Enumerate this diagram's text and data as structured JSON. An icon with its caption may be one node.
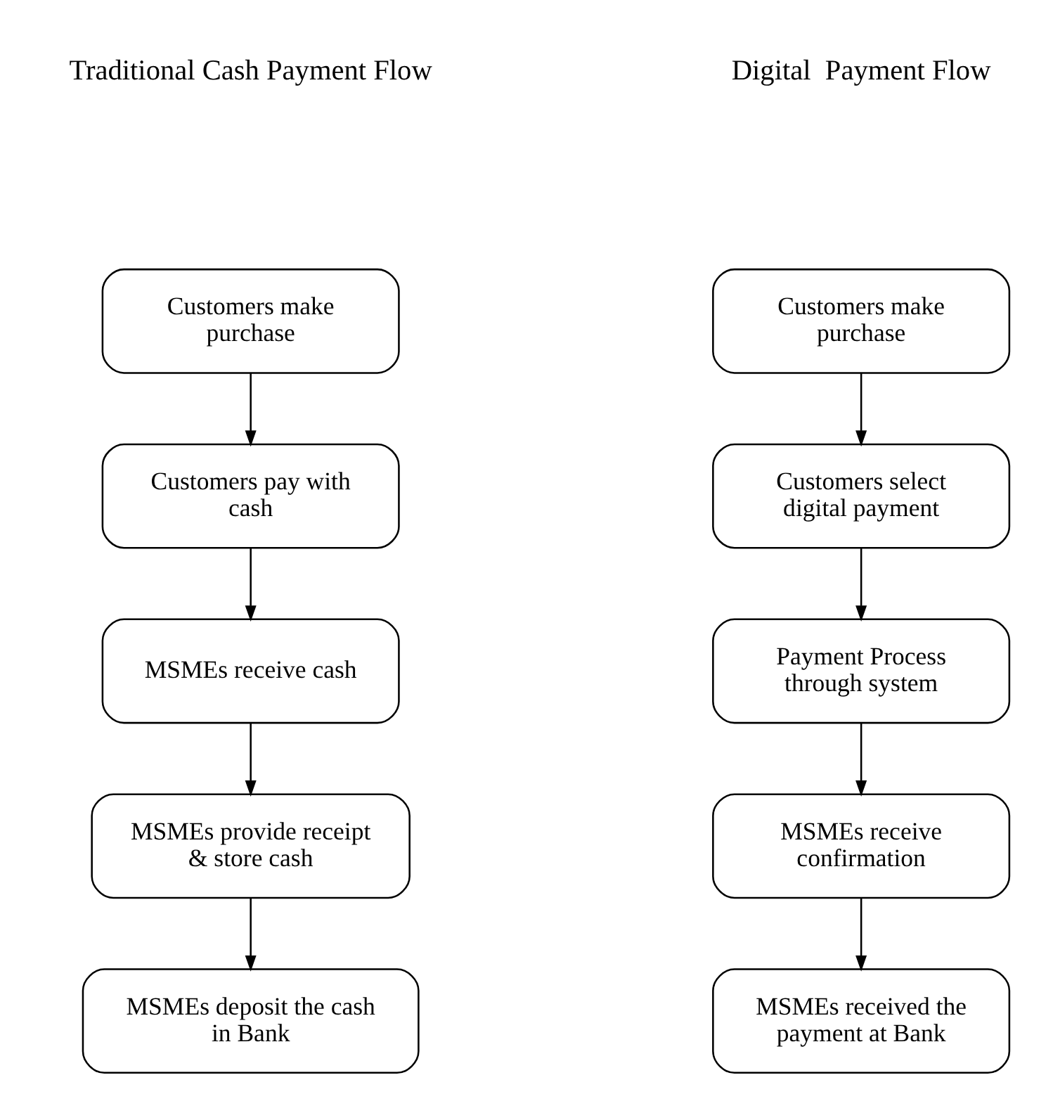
{
  "diagram": {
    "nodes": [
      {
        "text": [
          "Customers make purchase"
        ]
      },
      {
        "text": [
          "Customers pay with cash"
        ]
      },
      {
        "text": [
          "MSMEs receive cash"
        ]
      },
      {
        "text": [
          "MSMEs provide receipt & store cash"
        ]
      },
      {
        "text": [
          "MSMEs deposit the cash in Bank"
        ]
      },
      {
        "text": [
          "Customers make purchase"
        ]
      },
      {
        "text": [
          "Customers select digital payment"
        ]
      },
      {
        "text": [
          "Payment Process through system"
        ]
      },
      {
        "text": [
          "MSMEs receive confirmation"
        ]
      },
      {
        "text": [
          "MSMEs received the payment at Bank"
        ]
      }
    ],
    "edges": [
      {
        "from": 0,
        "to": 1,
        "arrow": "to"
      },
      {
        "from": 1,
        "to": 2,
        "arrow": "to"
      },
      {
        "from": 2,
        "to": 3,
        "arrow": "to"
      },
      {
        "from": 3,
        "to": 4,
        "arrow": "to"
      },
      {
        "from": 5,
        "to": 6,
        "arrow": "to"
      },
      {
        "from": 6,
        "to": 7,
        "arrow": "to"
      },
      {
        "from": 7,
        "to": 8,
        "arrow": "to"
      },
      {
        "from": 8,
        "to": 9,
        "arrow": "to"
      }
    ],
    "labels": [
      "Traditional Cash Payment Flow",
      "Digital  Payment Flow"
    ]
  }
}
